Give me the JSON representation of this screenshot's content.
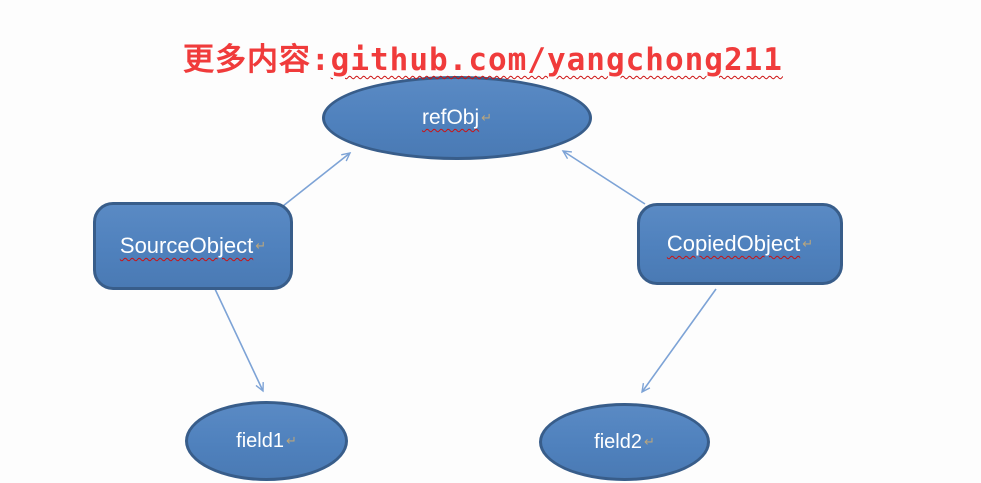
{
  "header": {
    "prefix": "更多内容:",
    "link": "github.com/yangchong211"
  },
  "diagram": {
    "paragraph_mark": "↵",
    "nodes": [
      {
        "id": "refObj",
        "label": "refObj",
        "shape": "ellipse",
        "misspelled": true
      },
      {
        "id": "SourceObject",
        "label": "SourceObject",
        "shape": "rounded-rect",
        "misspelled": true
      },
      {
        "id": "CopiedObject",
        "label": "CopiedObject",
        "shape": "rounded-rect",
        "misspelled": true
      },
      {
        "id": "field1",
        "label": "field1",
        "shape": "ellipse",
        "misspelled": false
      },
      {
        "id": "field2",
        "label": "field2",
        "shape": "ellipse",
        "misspelled": false
      }
    ],
    "edges": [
      {
        "from": "SourceObject",
        "to": "refObj"
      },
      {
        "from": "CopiedObject",
        "to": "refObj"
      },
      {
        "from": "SourceObject",
        "to": "field1"
      },
      {
        "from": "CopiedObject",
        "to": "field2"
      }
    ]
  },
  "colors": {
    "node_fill": "#4f81bd",
    "node_border": "#385d8a",
    "arrow": "#7da3d6",
    "header_text": "#f03b3b",
    "label_text": "#ffffff",
    "squiggle": "#cc1111"
  }
}
